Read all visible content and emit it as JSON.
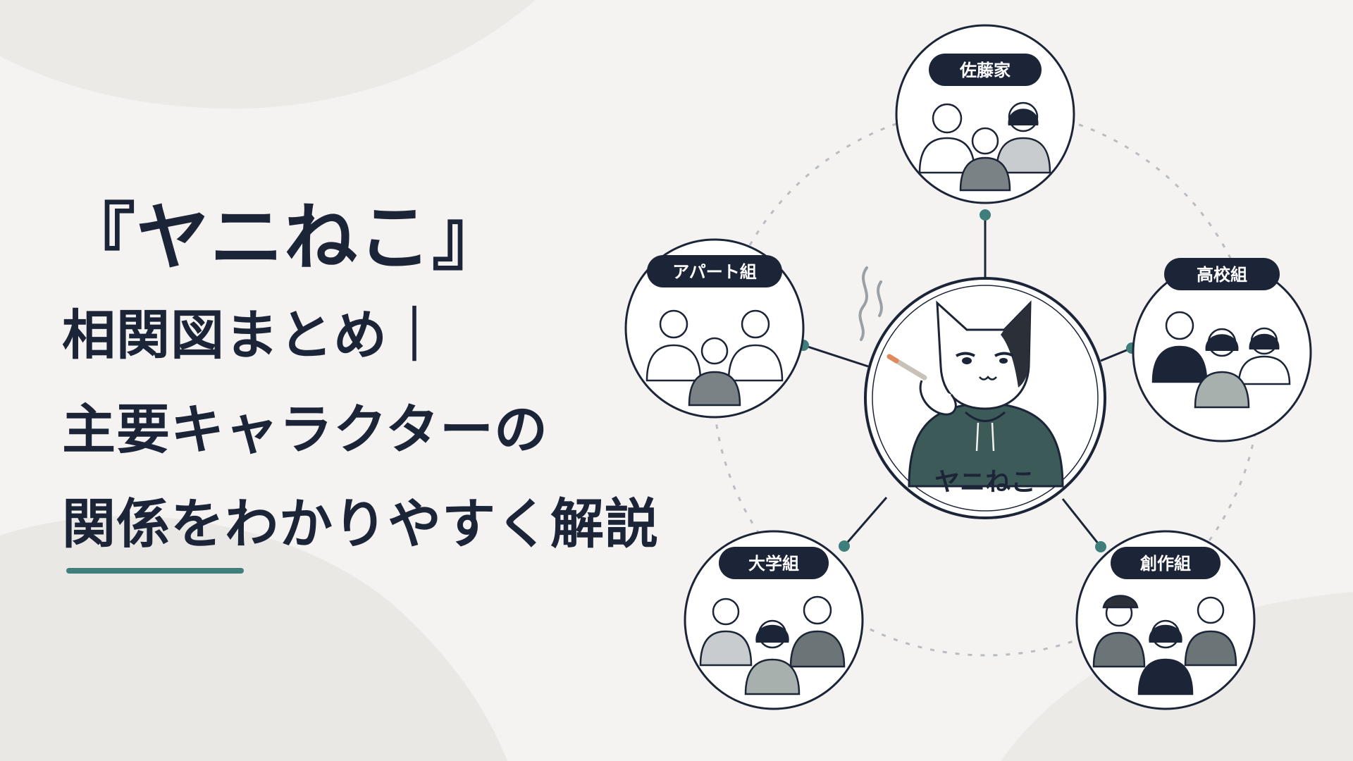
{
  "title": {
    "line1": "『ヤニねこ』",
    "line2": "相関図まとめ｜",
    "line3": "主要キャラクターの",
    "line4": "関係をわかりやすく解説"
  },
  "diagram": {
    "center": {
      "label": "ヤニねこ"
    },
    "groups": [
      {
        "key": "sato",
        "label": "佐藤家"
      },
      {
        "key": "apart",
        "label": "アパート組"
      },
      {
        "key": "koko",
        "label": "高校組"
      },
      {
        "key": "daigaku",
        "label": "大学組"
      },
      {
        "key": "sosaku",
        "label": "創作組"
      }
    ]
  },
  "colors": {
    "navy": "#1c2438",
    "teal": "#3e7f7b",
    "background": "#f4f3f1"
  }
}
